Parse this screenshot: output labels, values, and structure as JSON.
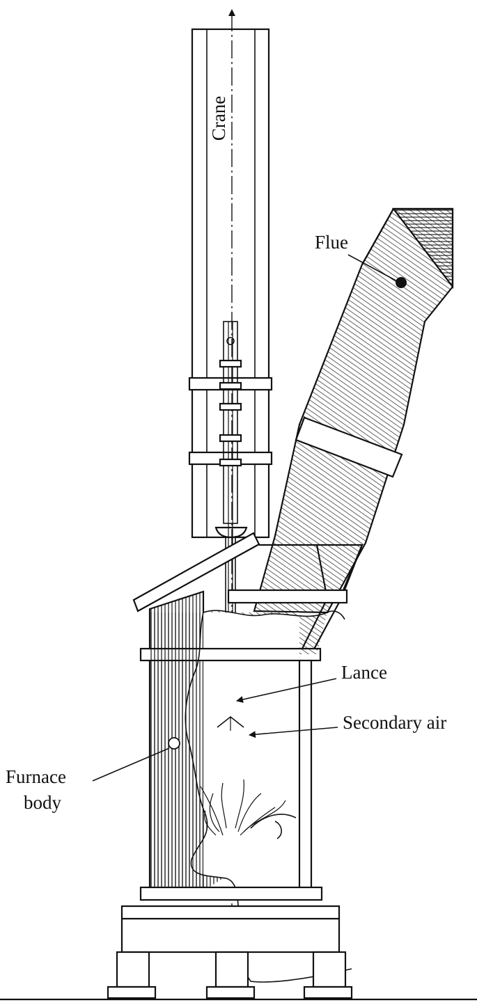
{
  "labels": {
    "crane": "Crane",
    "flue": "Flue",
    "lance": "Lance",
    "secondary_air": "Secondary air",
    "furnace_line1": "Furnace",
    "furnace_line2": "body"
  },
  "colors": {
    "stroke": "#111111",
    "background": "#ffffff"
  }
}
